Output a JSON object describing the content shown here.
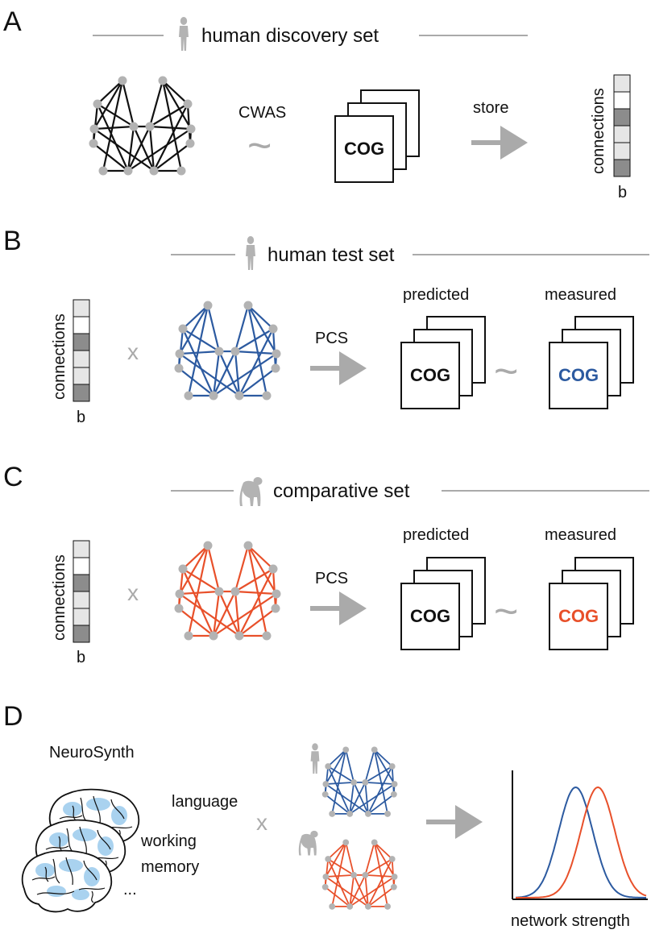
{
  "colors": {
    "gray": "#aaaaaa",
    "node": "#b3b3b3",
    "black": "#111111",
    "blue": "#2c5aa0",
    "orange": "#e8502a",
    "brain_fill": "#a9d2ef",
    "vec_light": "#e6e6e6",
    "vec_white": "#ffffff",
    "vec_dark": "#8c8c8c"
  },
  "panels": {
    "a": {
      "letter": "A",
      "title": "human discovery set",
      "method": "CWAS",
      "arrow_label": "store",
      "cog": "COG",
      "vector_label": "connections",
      "vector_sub": "b"
    },
    "b": {
      "letter": "B",
      "title": "human test set",
      "vector_label": "connections",
      "vector_sub": "b",
      "times": "x",
      "method": "PCS",
      "predicted": "predicted",
      "measured": "measured",
      "cog_predicted": "COG",
      "cog_measured": "COG"
    },
    "c": {
      "letter": "C",
      "title": "comparative set",
      "vector_label": "connections",
      "vector_sub": "b",
      "times": "x",
      "method": "PCS",
      "predicted": "predicted",
      "measured": "measured",
      "cog_predicted": "COG",
      "cog_measured": "COG"
    },
    "d": {
      "letter": "D",
      "source": "NeuroSynth",
      "terms": [
        "language",
        "working",
        "memory",
        "..."
      ],
      "times": "x",
      "axis_label": "network strength",
      "distributions": [
        {
          "name": "human",
          "color": "#2c5aa0",
          "mean": 0.46,
          "sd": 0.13
        },
        {
          "name": "chimpanzee",
          "color": "#e8502a",
          "mean": 0.63,
          "sd": 0.13
        }
      ]
    }
  },
  "icons": [
    "human-icon",
    "chimpanzee-icon",
    "brain-icon",
    "network-icon",
    "document-stack-icon",
    "arrow-icon",
    "tilde-icon"
  ]
}
